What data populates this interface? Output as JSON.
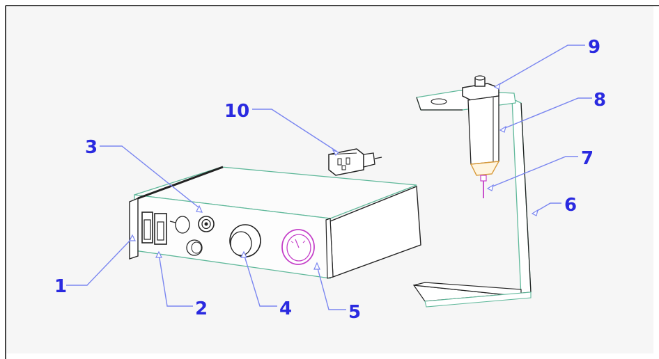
{
  "diagram": {
    "callouts": [
      {
        "id": "1",
        "label": "1"
      },
      {
        "id": "2",
        "label": "2"
      },
      {
        "id": "3",
        "label": "3"
      },
      {
        "id": "4",
        "label": "4"
      },
      {
        "id": "5",
        "label": "5"
      },
      {
        "id": "6",
        "label": "6"
      },
      {
        "id": "7",
        "label": "7"
      },
      {
        "id": "8",
        "label": "8"
      },
      {
        "id": "9",
        "label": "9"
      },
      {
        "id": "10",
        "label": "10"
      }
    ]
  },
  "colors": {
    "callout": "#2a2ae0",
    "leader": "#7a86f0",
    "outline": "#222222",
    "edge_green": "#5fb89a",
    "gauge": "#c43fc8",
    "needle_tip": "#d89a3a",
    "needle": "#c43fc8",
    "background": "#f6f6f6"
  }
}
